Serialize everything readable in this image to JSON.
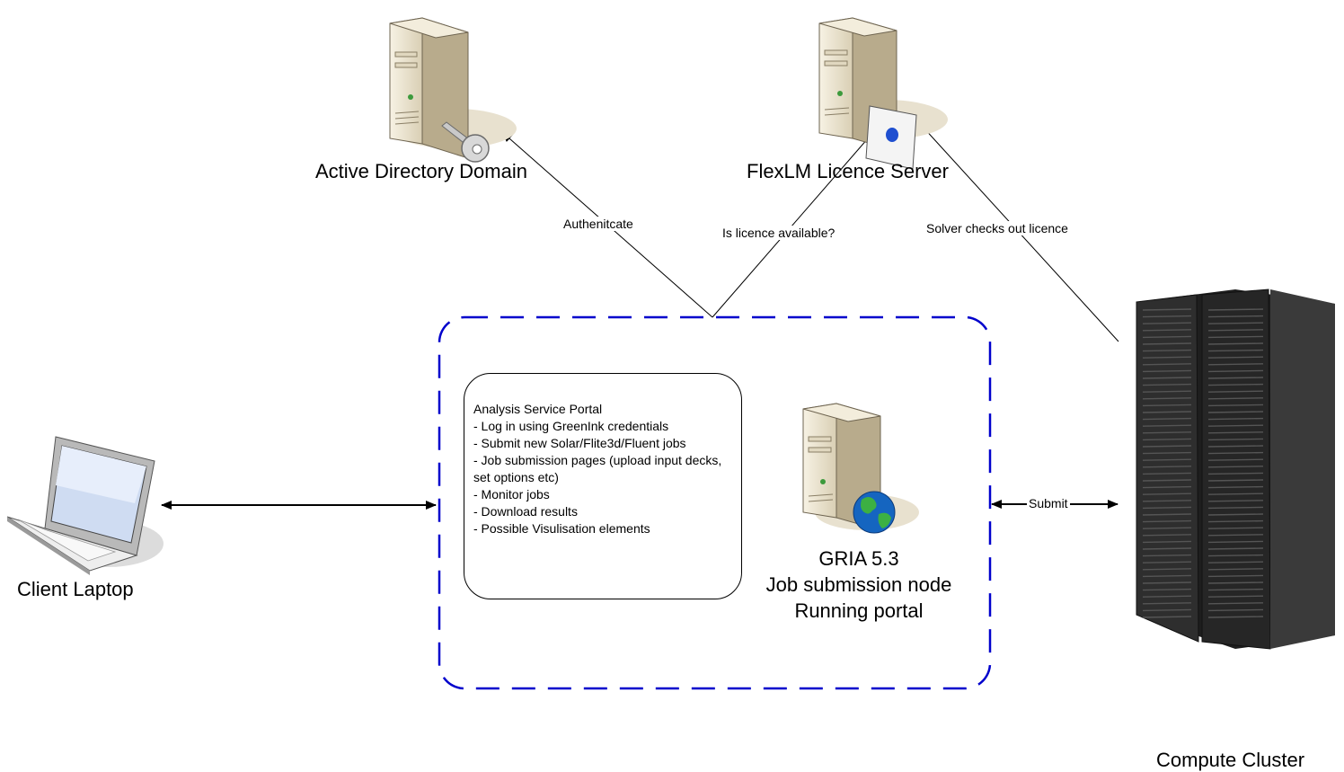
{
  "nodes": {
    "active_directory": {
      "label": "Active Directory Domain"
    },
    "flexlm": {
      "label": "FlexLM Licence Server"
    },
    "client": {
      "label": "Client Laptop"
    },
    "gria": {
      "lines": [
        "GRIA 5.3",
        "Job submission node",
        "Running portal"
      ]
    },
    "cluster": {
      "label": "Compute Cluster"
    }
  },
  "portal": {
    "title": "Analysis Service Portal",
    "items": [
      "- Log in using GreenInk credentials",
      "- Submit new Solar/Flite3d/Fluent jobs",
      "- Job submission pages (upload input decks, set options etc)",
      "- Monitor jobs",
      "- Download results",
      "- Possible Visulisation elements"
    ]
  },
  "edges": {
    "authenticate": "Authenitcate",
    "licence_check": "Is licence available?",
    "checkout": "Solver checks out licence",
    "submit": "Submit"
  },
  "colors": {
    "boundary": "#0000cc",
    "server_body": "#ece4d0",
    "server_shadow": "#b8ab8c",
    "rack": "#2a2a2a",
    "globe_ocean": "#1565c0",
    "globe_land": "#3cb043"
  },
  "icons": {
    "ad": "server-with-key-icon",
    "flexlm": "server-with-certificate-icon",
    "client": "laptop-icon",
    "gria": "server-with-globe-icon",
    "cluster": "server-rack-icon"
  }
}
